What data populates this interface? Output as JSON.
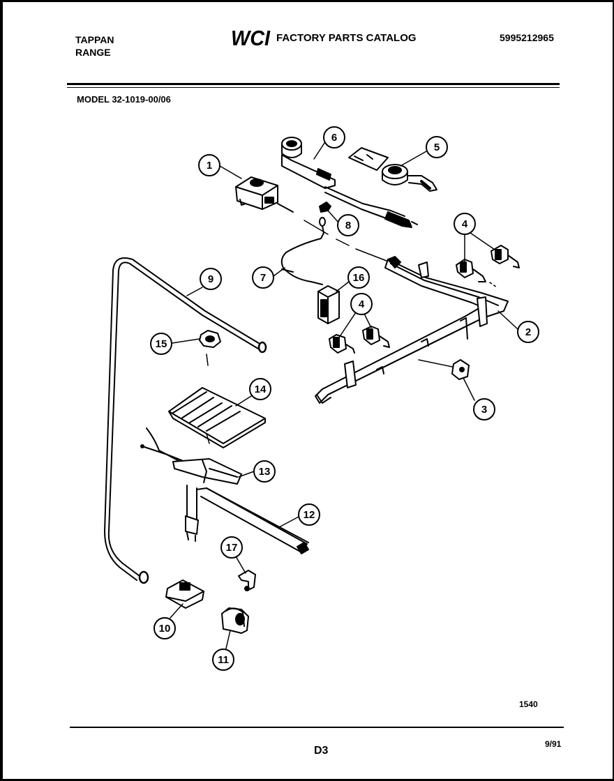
{
  "header": {
    "brand_line1": "TAPPAN",
    "brand_line2": "RANGE",
    "logo_text": "WCI",
    "catalog_title": "FACTORY PARTS CATALOG",
    "part_number": "5995212965",
    "model": "MODEL 32-1019-00/06"
  },
  "callouts": {
    "c1": "1",
    "c2": "2",
    "c3": "3",
    "c4a": "4",
    "c4b": "4",
    "c5": "5",
    "c6": "6",
    "c7": "7",
    "c8": "8",
    "c9": "9",
    "c10": "10",
    "c11": "11",
    "c12": "12",
    "c13": "13",
    "c14": "14",
    "c15": "15",
    "c16": "16",
    "c17": "17"
  },
  "footer": {
    "diagram_code": "1540",
    "page_id": "D3",
    "date": "9/91"
  }
}
